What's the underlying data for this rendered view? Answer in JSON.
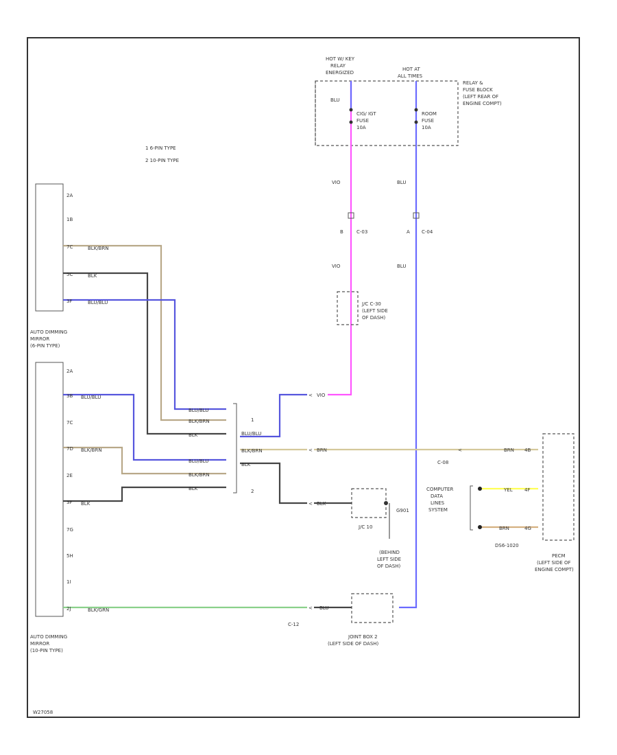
{
  "colors": {
    "vio": "#ff55ff",
    "blu": "#6a6aff",
    "blu_dark": "#5555dd",
    "brn": "#b8a888",
    "blk": "#444444",
    "grn": "#8ad08a",
    "yel": "#ffff55",
    "orn": "#d4b080"
  },
  "legend": {
    "item1": "1   6-PIN TYPE",
    "item2": "2   10-PIN TYPE"
  },
  "power": {
    "hot_key_l1": "HOT W/ KEY",
    "hot_key_l2": "RELAY",
    "hot_key_l3": "ENERGIZED",
    "hot_all_l1": "HOT AT",
    "hot_all_l2": "ALL TIMES",
    "relay_block_l1": "RELAY &",
    "relay_block_l2": "FUSE BLOCK",
    "relay_block_l3": "(LEFT REAR OF",
    "relay_block_l4": "ENGINE COMPT)",
    "fuse1_l1": "CIG/ IGT",
    "fuse1_l2": "FUSE",
    "fuse1_l3": "10A",
    "fuse2_l1": "ROOM",
    "fuse2_l2": "FUSE",
    "fuse2_l3": "10A",
    "blu_top": "BLU"
  },
  "wires": {
    "vio1": "VIO",
    "blu1": "BLU",
    "c03": "C-03",
    "c04": "C-04",
    "vio2": "VIO",
    "blu2": "BLU",
    "pin_b": "B",
    "pin_a": "A",
    "jc_l1": "J/C C-30",
    "jc_l2": "(LEFT SIDE",
    "jc_l3": "OF DASH)"
  },
  "mirror1": {
    "label_l1": "AUTO DIMMING",
    "label_l2": "MIRROR",
    "label_l3": "(6-PIN TYPE)",
    "pins": [
      "2A",
      "1B",
      "7C",
      "5C",
      "3F"
    ],
    "wire_labels": [
      "BLK/BRN",
      "BLK",
      "BLU/BLU"
    ]
  },
  "mirror2": {
    "label_l1": "AUTO DIMMING",
    "label_l2": "MIRROR",
    "label_l3": "(10-PIN TYPE)",
    "pins": [
      "2A",
      "3B",
      "7C",
      "7D",
      "2E",
      "3F",
      "7G",
      "5H",
      "1I",
      "2J"
    ],
    "wire_labels": [
      "BLU/BLU",
      "BLK/BRN",
      "BLK",
      "BLK/GRN"
    ]
  },
  "splice": {
    "in_labels": [
      "BLU/BLU",
      "BLK/BRN",
      "BLK",
      "BLU/BLU",
      "BLK/BRN",
      "BLK"
    ],
    "type1": "1",
    "type2": "2",
    "out_labels": [
      "BLU/BLU",
      "BLK/BRN",
      "BLK"
    ]
  },
  "right": {
    "vio_out": "VIO",
    "brn_out": "BRN",
    "blk_out": "BLK",
    "c08": "C-08",
    "brn_ecm": "BRN",
    "ecm_pin_top": "4B",
    "cds_l1": "COMPUTER",
    "cds_l2": "DATA",
    "cds_l3": "LINES",
    "cds_l4": "SYSTEM",
    "yel": "YEL",
    "yel_pin": "4F",
    "brn_orn": "BRN",
    "orn_pin": "4G",
    "ecm_conn": "DS6-1020",
    "ecm_l1": "PECM",
    "ecm_l2": "(LEFT SIDE OF",
    "ecm_l3": "ENGINE COMPT)",
    "jc10": "J/C 10",
    "gnd": "G901",
    "gnd_l1": "(BEHIND",
    "gnd_l2": "LEFT SIDE",
    "gnd_l3": "OF DASH)",
    "c12": "C-12",
    "blu_bot": "BLU",
    "jb_l1": "JOINT BOX 2",
    "jb_l2": "(LEFT SIDE OF DASH)"
  },
  "footer": {
    "code": "W27058"
  }
}
